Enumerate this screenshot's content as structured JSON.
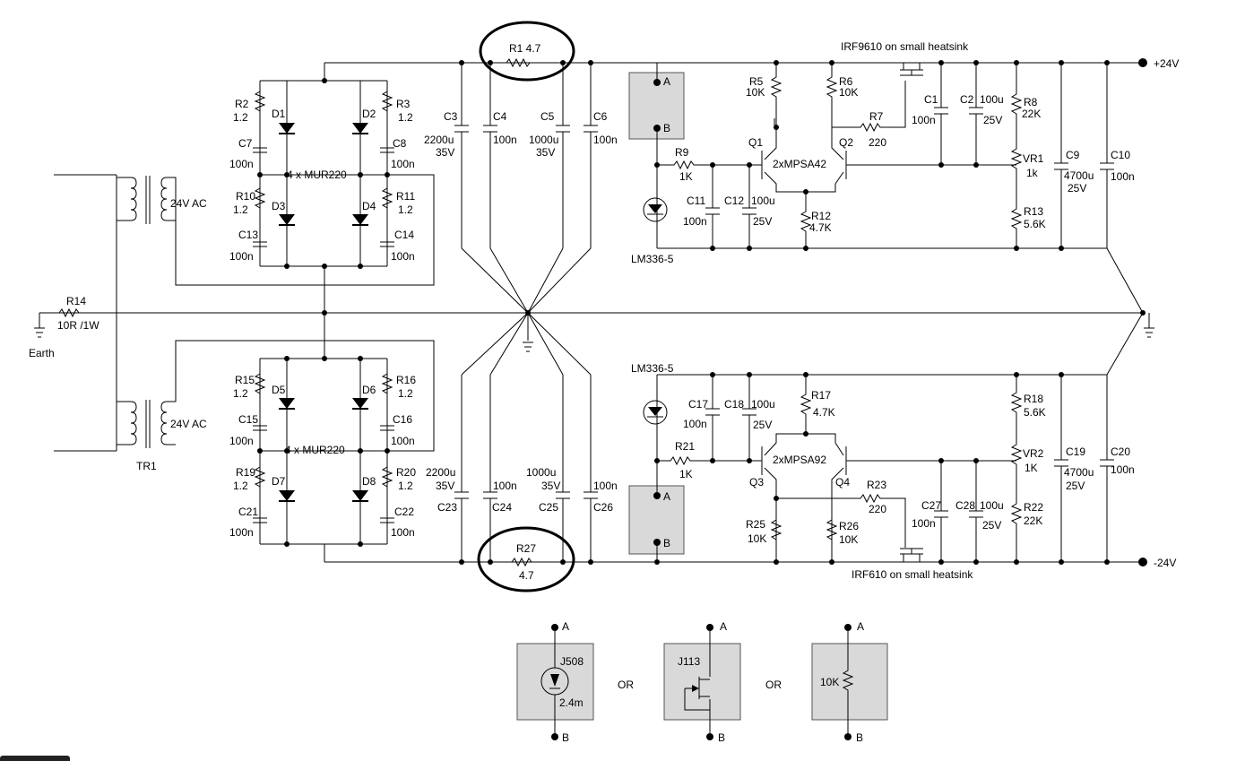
{
  "rails": {
    "pos": "+24V",
    "neg": "-24V"
  },
  "earth": "Earth",
  "transformer": {
    "name": "TR1",
    "sec1": "24V AC",
    "sec2": "24V AC"
  },
  "r14": {
    "ref": "R14",
    "val": "10R /1W"
  },
  "bridge_upper": {
    "label": "4 x MUR220",
    "r2": "R2",
    "r2v": "1.2",
    "r3": "R3",
    "r3v": "1.2",
    "r10": "R10",
    "r10v": "1.2",
    "r11": "R11",
    "r11v": "1.2",
    "d1": "D1",
    "d2": "D2",
    "d3": "D3",
    "d4": "D4",
    "c7": "C7",
    "c7v": "100n",
    "c8": "C8",
    "c8v": "100n",
    "c13": "C13",
    "c13v": "100n",
    "c14": "C14",
    "c14v": "100n"
  },
  "bridge_lower": {
    "label": "4 x MUR220",
    "r15": "R15",
    "r15v": "1.2",
    "r16": "R16",
    "r16v": "1.2",
    "r19": "R19",
    "r19v": "1.2",
    "r20": "R20",
    "r20v": "1.2",
    "d5": "D5",
    "d6": "D6",
    "d7": "D7",
    "d8": "D8",
    "c15": "C15",
    "c15v": "100n",
    "c16": "C16",
    "c16v": "100n",
    "c21": "C21",
    "c21v": "100n",
    "c22": "C22",
    "c22v": "100n"
  },
  "caps_upper": {
    "r1": "R1 4.7",
    "c3": "C3",
    "c3v": "2200u",
    "c3v2": "35V",
    "c4": "C4",
    "c4v": "100n",
    "c5": "C5",
    "c5v": "1000u",
    "c5v2": "35V",
    "c6": "C6",
    "c6v": "100n"
  },
  "caps_lower": {
    "r27": "R27",
    "r27v": "4.7",
    "c23": "C23",
    "c23v": "2200u",
    "c23v2": "35V",
    "c24": "C24",
    "c24v": "100n",
    "c25": "C25",
    "c25v": "1000u",
    "c25v2": "35V",
    "c26": "C26",
    "c26v": "100n"
  },
  "reg_upper": {
    "mosfet": "IRF9610 on small heatsink",
    "ref": "LM336-5",
    "nodeA": "A",
    "nodeB": "B",
    "r5": "R5",
    "r5v": "10K",
    "r6": "R6",
    "r6v": "10K",
    "r7": "R7",
    "r7v": "220",
    "r9": "R9",
    "r9v": "1K",
    "r12": "R12",
    "r12v": "4.7K",
    "r8": "R8",
    "r8v": "22K",
    "r13": "R13",
    "r13v": "5.6K",
    "vr1": "VR1",
    "vr1v": "1k",
    "q1": "Q1",
    "q2": "Q2",
    "pair": "2xMPSA42",
    "c1": "C1",
    "c1v": "100n",
    "c2": "C2",
    "c2v": "100u",
    "c2v2": "25V",
    "c11": "C11",
    "c11v": "100n",
    "c12": "C12",
    "c12v": "100u",
    "c12v2": "25V",
    "c9": "C9",
    "c9v": "4700u",
    "c9v2": "25V",
    "c10": "C10",
    "c10v": "100n"
  },
  "reg_lower": {
    "mosfet": "IRF610 on small heatsink",
    "ref": "LM336-5",
    "nodeA": "A",
    "nodeB": "B",
    "r17": "R17",
    "r17v": "4.7K",
    "r18": "R18",
    "r18v": "5.6K",
    "r21": "R21",
    "r21v": "1K",
    "r22": "R22",
    "r22v": "22K",
    "r23": "R23",
    "r23v": "220",
    "r25": "R25",
    "r25v": "10K",
    "r26": "R26",
    "r26v": "10K",
    "vr2": "VR2",
    "vr2v": "1K",
    "q3": "Q3",
    "q4": "Q4",
    "pair": "2xMPSA92",
    "c17": "C17",
    "c17v": "100n",
    "c18": "C18",
    "c18v": "100u",
    "c18v2": "25V",
    "c27": "C27",
    "c27v": "100n",
    "c28": "C28",
    "c28v": "100u",
    "c28v2": "25V",
    "c19": "C19",
    "c19v": "4700u",
    "c19v2": "25V",
    "c20": "C20",
    "c20v": "100n"
  },
  "options": {
    "or": "OR",
    "opt1": {
      "part": "J508",
      "val": "2.4m",
      "a": "A",
      "b": "B"
    },
    "opt2": {
      "part": "J113",
      "a": "A",
      "b": "B"
    },
    "opt3": {
      "part": "10K",
      "a": "A",
      "b": "B"
    }
  }
}
